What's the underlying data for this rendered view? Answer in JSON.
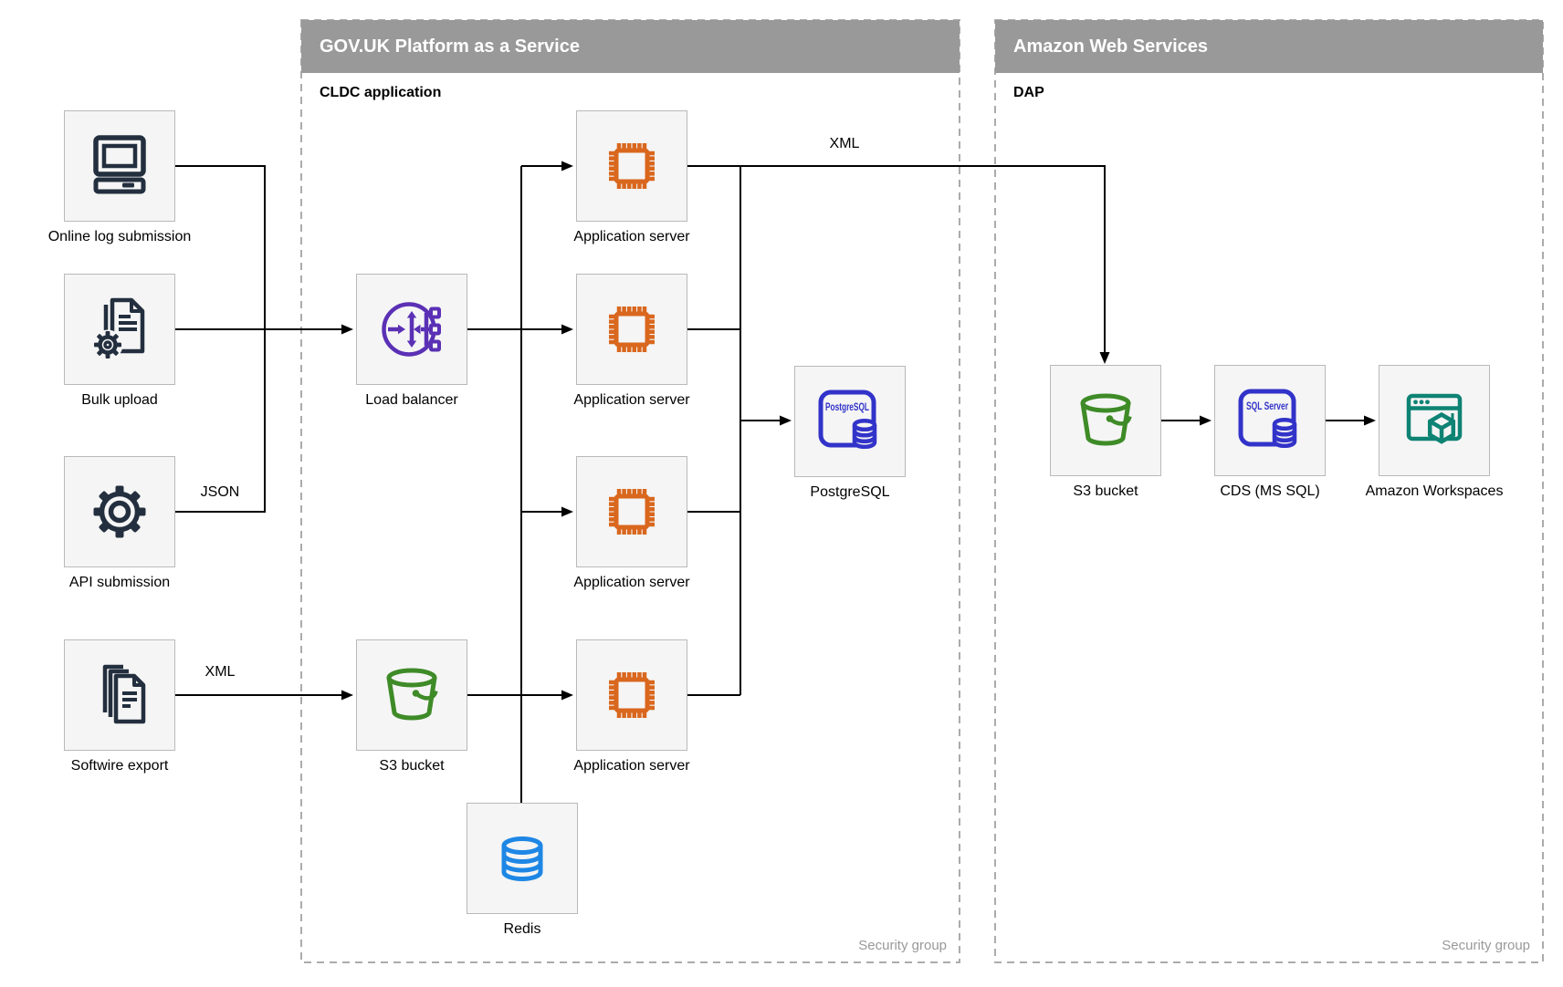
{
  "diagram": {
    "containers": {
      "paas": {
        "title": "GOV.UK Platform as a Service",
        "subtitle": "CLDC application",
        "footer": "Security group"
      },
      "aws": {
        "title": "Amazon Web Services",
        "subtitle": "DAP",
        "footer": "Security group"
      }
    },
    "nodes": {
      "online_log_submission": {
        "label": "Online log submission",
        "icon": "desktop-computer-icon"
      },
      "bulk_upload": {
        "label": "Bulk upload",
        "icon": "document-gear-icon"
      },
      "api_submission": {
        "label": "API submission",
        "icon": "gear-icon"
      },
      "softwire_export": {
        "label": "Softwire export",
        "icon": "documents-stack-icon"
      },
      "load_balancer": {
        "label": "Load balancer",
        "icon": "load-balancer-icon"
      },
      "s3_bucket_paas": {
        "label": "S3 bucket",
        "icon": "s3-bucket-icon"
      },
      "app_server_1": {
        "label": "Application server",
        "icon": "chip-icon"
      },
      "app_server_2": {
        "label": "Application server",
        "icon": "chip-icon"
      },
      "app_server_3": {
        "label": "Application server",
        "icon": "chip-icon"
      },
      "app_server_4": {
        "label": "Application server",
        "icon": "chip-icon"
      },
      "postgresql": {
        "label": "PostgreSQL",
        "icon_text": "PostgreSQL",
        "icon": "database-card-icon"
      },
      "redis": {
        "label": "Redis",
        "icon": "database-cylinder-icon"
      },
      "s3_bucket_aws": {
        "label": "S3 bucket",
        "icon": "s3-bucket-icon"
      },
      "cds_mssql": {
        "label": "CDS (MS SQL)",
        "icon_text": "SQL Server",
        "icon": "database-card-icon"
      },
      "amazon_workspaces": {
        "label": "Amazon Workspaces",
        "icon": "workspaces-window-cube-icon"
      }
    },
    "edge_labels": {
      "api_json": "JSON",
      "softwire_xml": "XML",
      "app_to_aws_xml": "XML"
    },
    "colors": {
      "container_bar": "#999999",
      "node_fill": "#F5F5F5",
      "node_border": "#B9B9B9",
      "icon_navy": "#232F3E",
      "icon_orange": "#D9671E",
      "icon_purple": "#5A30B5",
      "icon_green": "#3E8B27",
      "icon_blue": "#3233C9",
      "icon_lightblue": "#1E87E5",
      "icon_teal": "#0E8374",
      "edge": "#000000",
      "footer_text": "#999999"
    }
  }
}
